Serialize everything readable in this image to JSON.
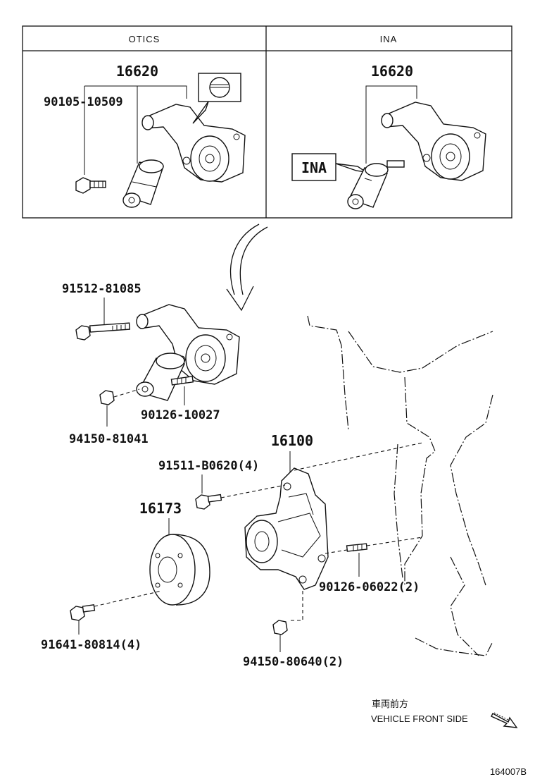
{
  "panels": {
    "left_header": "OTICS",
    "right_header": "INA",
    "left_tensioner_label": "16620",
    "left_bolt_label": "90105-10509",
    "right_tensioner_label": "16620",
    "right_callout_label": "INA"
  },
  "parts": {
    "tensioner_bolt": "91512-81085",
    "tensioner_stud": "90126-10027",
    "tensioner_nut": "94150-81041",
    "water_pump": "16100",
    "pump_bolt": "91511-B0620(4)",
    "pulley": "16173",
    "pump_stud": "90126-06022(2)",
    "pulley_bolt": "91641-80814(4)",
    "pump_nut": "94150-80640(2)"
  },
  "orientation": {
    "japanese": "車両前方",
    "english": "VEHICLE FRONT SIDE"
  },
  "diagram_id": "164007B"
}
